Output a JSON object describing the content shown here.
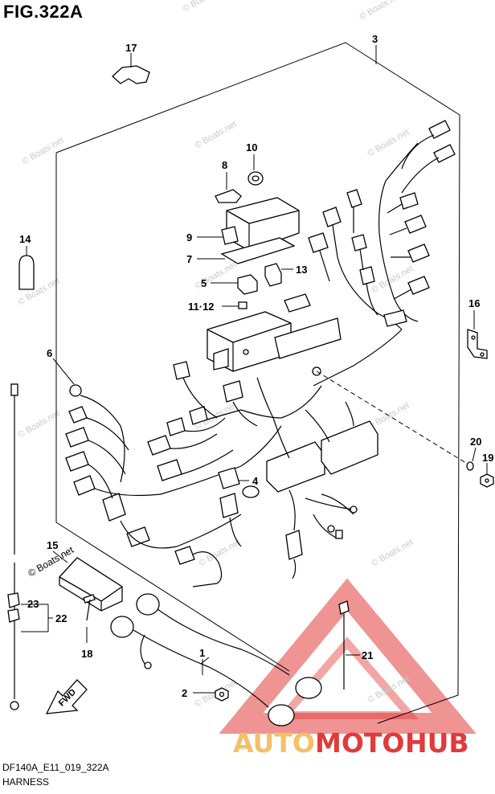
{
  "figure": {
    "title": "FIG.322A",
    "code": "DF140A_E11_019_322A",
    "name": "HARNESS"
  },
  "watermark": {
    "text": "© Boats.net"
  },
  "logo": {
    "part1": "AUTO",
    "part2": "MOTO",
    "part3": "HUB",
    "color_primary": "#e23a3a",
    "color_secondary": "#f3c06a"
  },
  "callouts": [
    {
      "id": "c17",
      "label": "17"
    },
    {
      "id": "c3",
      "label": "3"
    },
    {
      "id": "c10",
      "label": "10"
    },
    {
      "id": "c8",
      "label": "8"
    },
    {
      "id": "c14",
      "label": "14"
    },
    {
      "id": "c9",
      "label": "9"
    },
    {
      "id": "c7",
      "label": "7"
    },
    {
      "id": "c13",
      "label": "13"
    },
    {
      "id": "c5",
      "label": "5"
    },
    {
      "id": "c1112",
      "label": "11·12"
    },
    {
      "id": "c16",
      "label": "16"
    },
    {
      "id": "c6",
      "label": "6"
    },
    {
      "id": "c4",
      "label": "4"
    },
    {
      "id": "c20",
      "label": "20"
    },
    {
      "id": "c19",
      "label": "19"
    },
    {
      "id": "c15",
      "label": "15"
    },
    {
      "id": "c23",
      "label": "23"
    },
    {
      "id": "c22",
      "label": "22"
    },
    {
      "id": "c18",
      "label": "18"
    },
    {
      "id": "c21",
      "label": "21"
    },
    {
      "id": "c1",
      "label": "1"
    },
    {
      "id": "c2",
      "label": "2"
    }
  ],
  "fwd_label": "FWD"
}
